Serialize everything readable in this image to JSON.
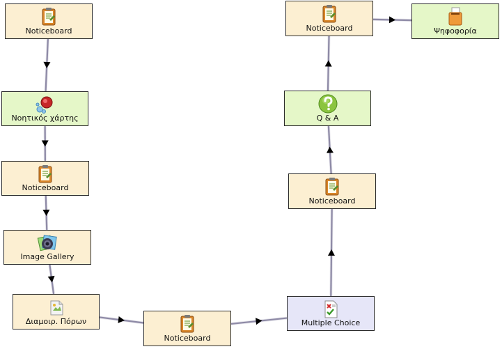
{
  "diagram": {
    "nodes": [
      {
        "id": "n1",
        "label": "Noticeboard",
        "kind": "activity",
        "icon": "noticeboard-icon"
      },
      {
        "id": "n2",
        "label": "Νοητικός χάρτης",
        "kind": "gate",
        "icon": "mindmap-icon"
      },
      {
        "id": "n3",
        "label": "Noticeboard",
        "kind": "activity",
        "icon": "noticeboard-icon"
      },
      {
        "id": "n4",
        "label": "Image Gallery",
        "kind": "activity",
        "icon": "image-gallery-icon"
      },
      {
        "id": "n5",
        "label": "Διαμοιρ. Πόρων",
        "kind": "activity",
        "icon": "shared-resources-icon"
      },
      {
        "id": "n6",
        "label": "Noticeboard",
        "kind": "activity",
        "icon": "noticeboard-icon"
      },
      {
        "id": "n7",
        "label": "Multiple Choice",
        "kind": "assess",
        "icon": "multiple-choice-icon"
      },
      {
        "id": "n8",
        "label": "Noticeboard",
        "kind": "activity",
        "icon": "noticeboard-icon"
      },
      {
        "id": "n9",
        "label": "Q & A",
        "kind": "gate",
        "icon": "question-icon"
      },
      {
        "id": "n10",
        "label": "Noticeboard",
        "kind": "activity",
        "icon": "noticeboard-icon"
      },
      {
        "id": "n11",
        "label": "Ψηφοφορία",
        "kind": "gate",
        "icon": "voting-icon"
      }
    ],
    "edges": [
      {
        "from": "n1",
        "to": "n2"
      },
      {
        "from": "n2",
        "to": "n3"
      },
      {
        "from": "n3",
        "to": "n4"
      },
      {
        "from": "n4",
        "to": "n5"
      },
      {
        "from": "n5",
        "to": "n6"
      },
      {
        "from": "n6",
        "to": "n7"
      },
      {
        "from": "n7",
        "to": "n8"
      },
      {
        "from": "n8",
        "to": "n9"
      },
      {
        "from": "n9",
        "to": "n10"
      },
      {
        "from": "n10",
        "to": "n11"
      }
    ]
  }
}
